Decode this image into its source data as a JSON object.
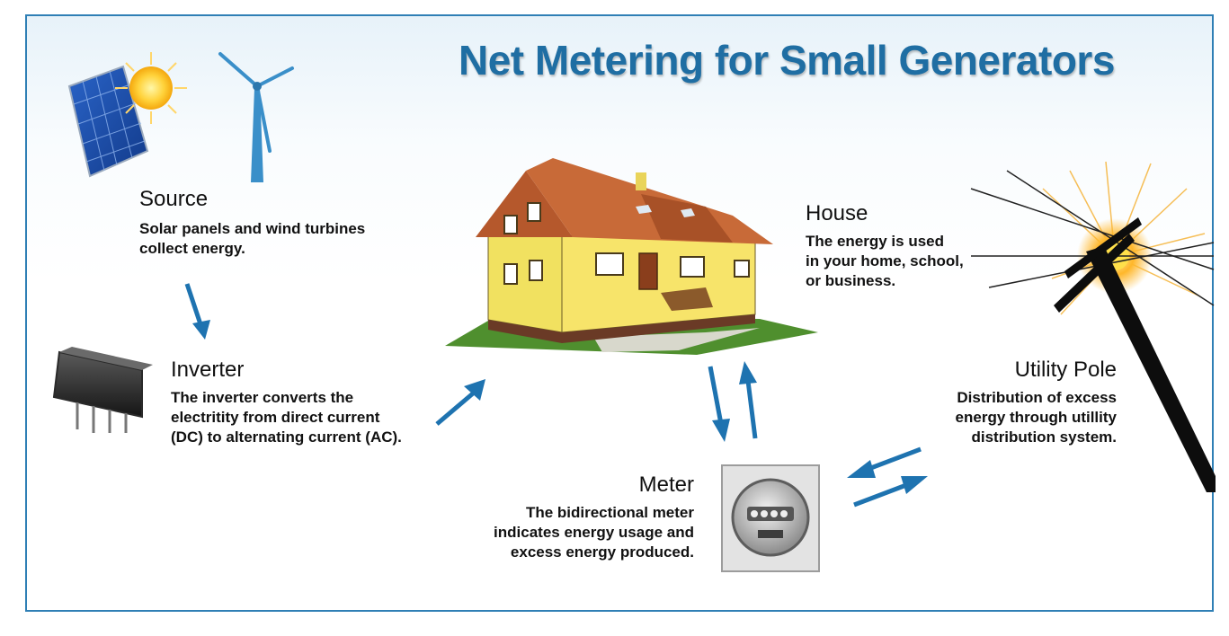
{
  "title": "Net Metering for Small Generators",
  "sections": {
    "source": {
      "heading": "Source",
      "lines": [
        "Solar panels and wind turbines",
        "collect energy."
      ]
    },
    "inverter": {
      "heading": "Inverter",
      "lines": [
        "The inverter converts the",
        "electritity from direct current",
        "(DC) to alternating current (AC)."
      ]
    },
    "house": {
      "heading": "House",
      "lines": [
        "The energy is used",
        "in your home, school,",
        "or business."
      ]
    },
    "meter": {
      "heading": "Meter",
      "lines": [
        "The bidirectional meter",
        "indicates energy usage and",
        "excess energy produced."
      ]
    },
    "utility_pole": {
      "heading": "Utility Pole",
      "lines": [
        "Distribution of excess",
        "energy through utillity",
        "distribution system."
      ]
    }
  },
  "colors": {
    "title": "#1f6ea3",
    "border": "#2f7fb5",
    "arrow": "#1e73b0"
  },
  "icons": [
    "solar-panel-icon",
    "sun-icon",
    "wind-turbine-icon",
    "inverter-icon",
    "house-icon",
    "meter-icon",
    "utility-pole-icon"
  ]
}
